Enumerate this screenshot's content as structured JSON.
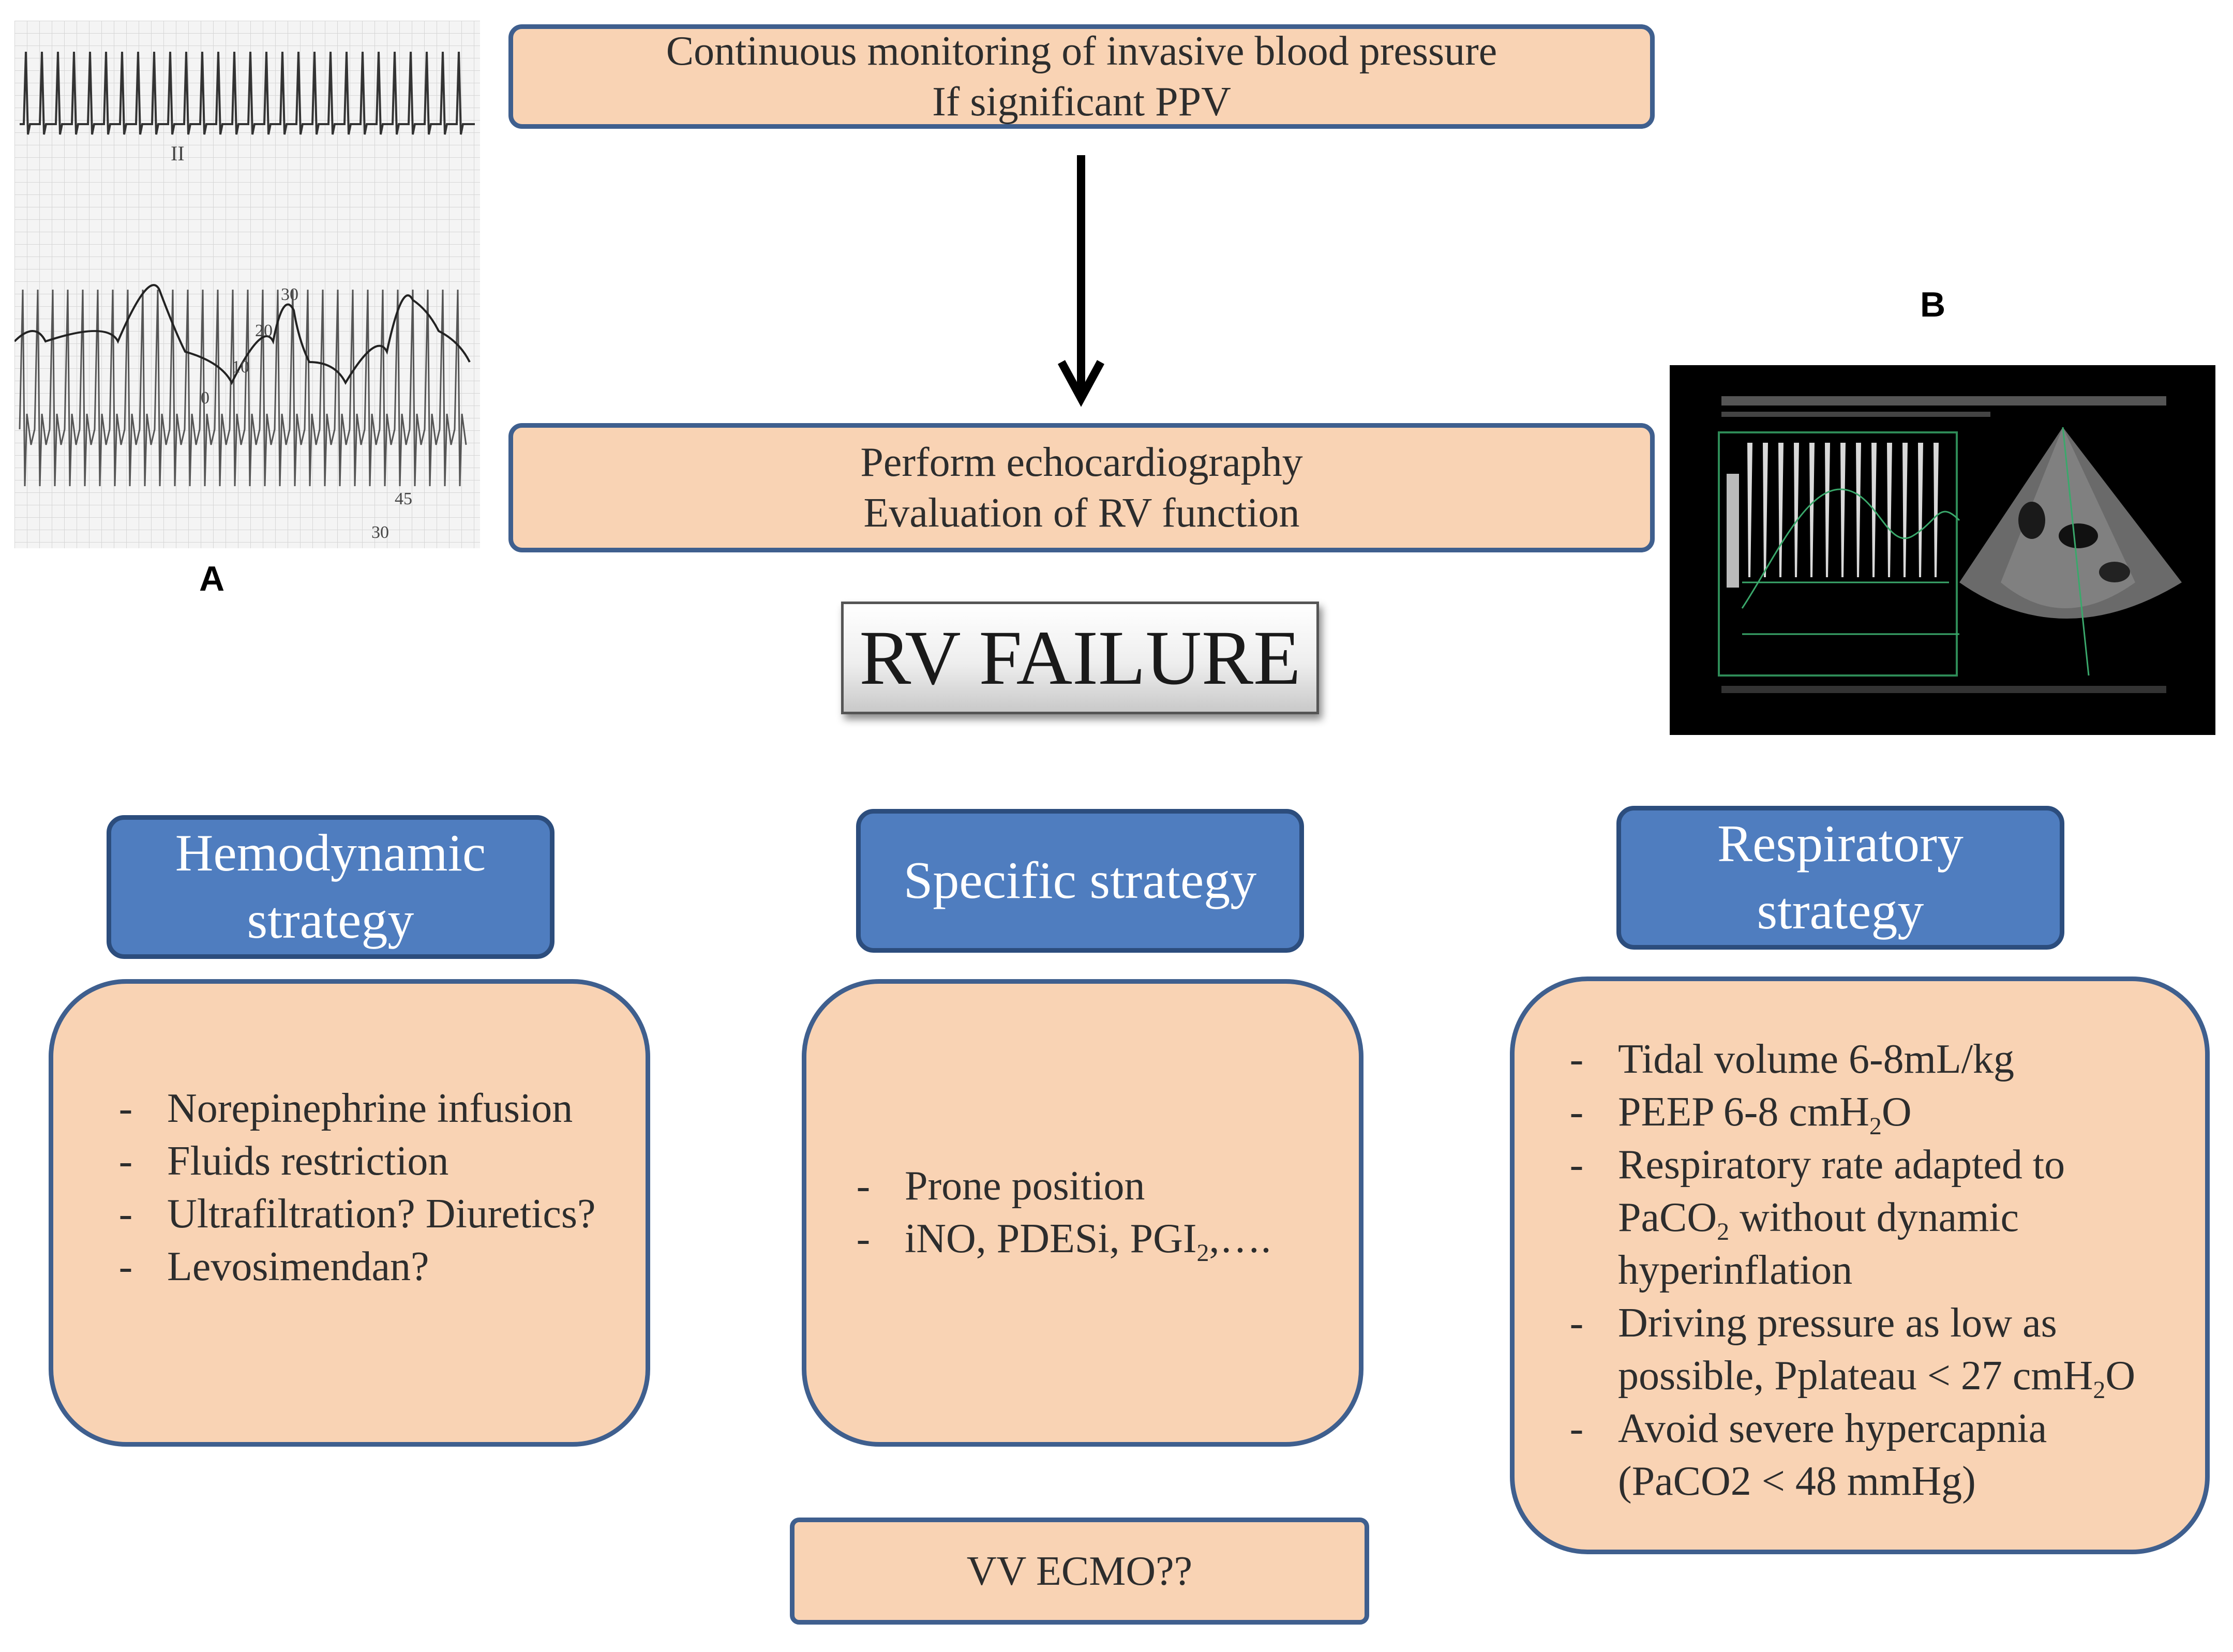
{
  "panel_labels": {
    "a": "A",
    "b": "B"
  },
  "ecg_tracing": {
    "lead_label": "II",
    "scale_labels": [
      "30",
      "20",
      "10",
      "0",
      "45",
      "30"
    ]
  },
  "flow": {
    "monitoring_box": {
      "line1": "Continuous monitoring  of invasive  blood pressure",
      "line2": "If significant  PPV"
    },
    "echo_box": {
      "line1": "Perform echocardiography",
      "line2": "Evaluation  of RV function"
    },
    "central_title": "RV FAILURE"
  },
  "strategies": {
    "hemodynamic": {
      "header_line1": "Hemodynamic",
      "header_line2": "strategy",
      "items": [
        "Norepinephrine  infusion",
        "Fluids restriction",
        "Ultrafiltration?  Diuretics?",
        "Levosimendan?"
      ]
    },
    "specific": {
      "header": "Specific  strategy",
      "item1": "Prone position",
      "item2_before": "iNO, PDESi, PGI",
      "item2_sub": "2",
      "item2_after": ",…."
    },
    "respiratory": {
      "header_line1": "Respiratory",
      "header_line2": "strategy",
      "item1": "Tidal volume  6-8mL/kg",
      "item2_before": "PEEP 6-8  cmH",
      "item2_sub": "2",
      "item2_after": "O",
      "item3_line1": "Respiratory rate adapted to",
      "item3_before": "PaCO",
      "item3_sub": "2",
      "item3_after": " without  dynamic",
      "item3_line3": "hyperinflation",
      "item4_line1": "Driving  pressure as low as",
      "item4_before": "possible, Pplateau < 27 cmH",
      "item4_sub": "2",
      "item4_after": "O",
      "item5_line1": "Avoid severe hypercapnia",
      "item5_line2": "(PaCO2 < 48 mmHg)"
    }
  },
  "ecmo_box": "VV ECMO??",
  "list_marker": "-",
  "colors": {
    "box_fill": "#f9d3b4",
    "box_border": "#3f5f8e",
    "header_fill": "#4f7dbf",
    "echo_background": "#000000"
  }
}
